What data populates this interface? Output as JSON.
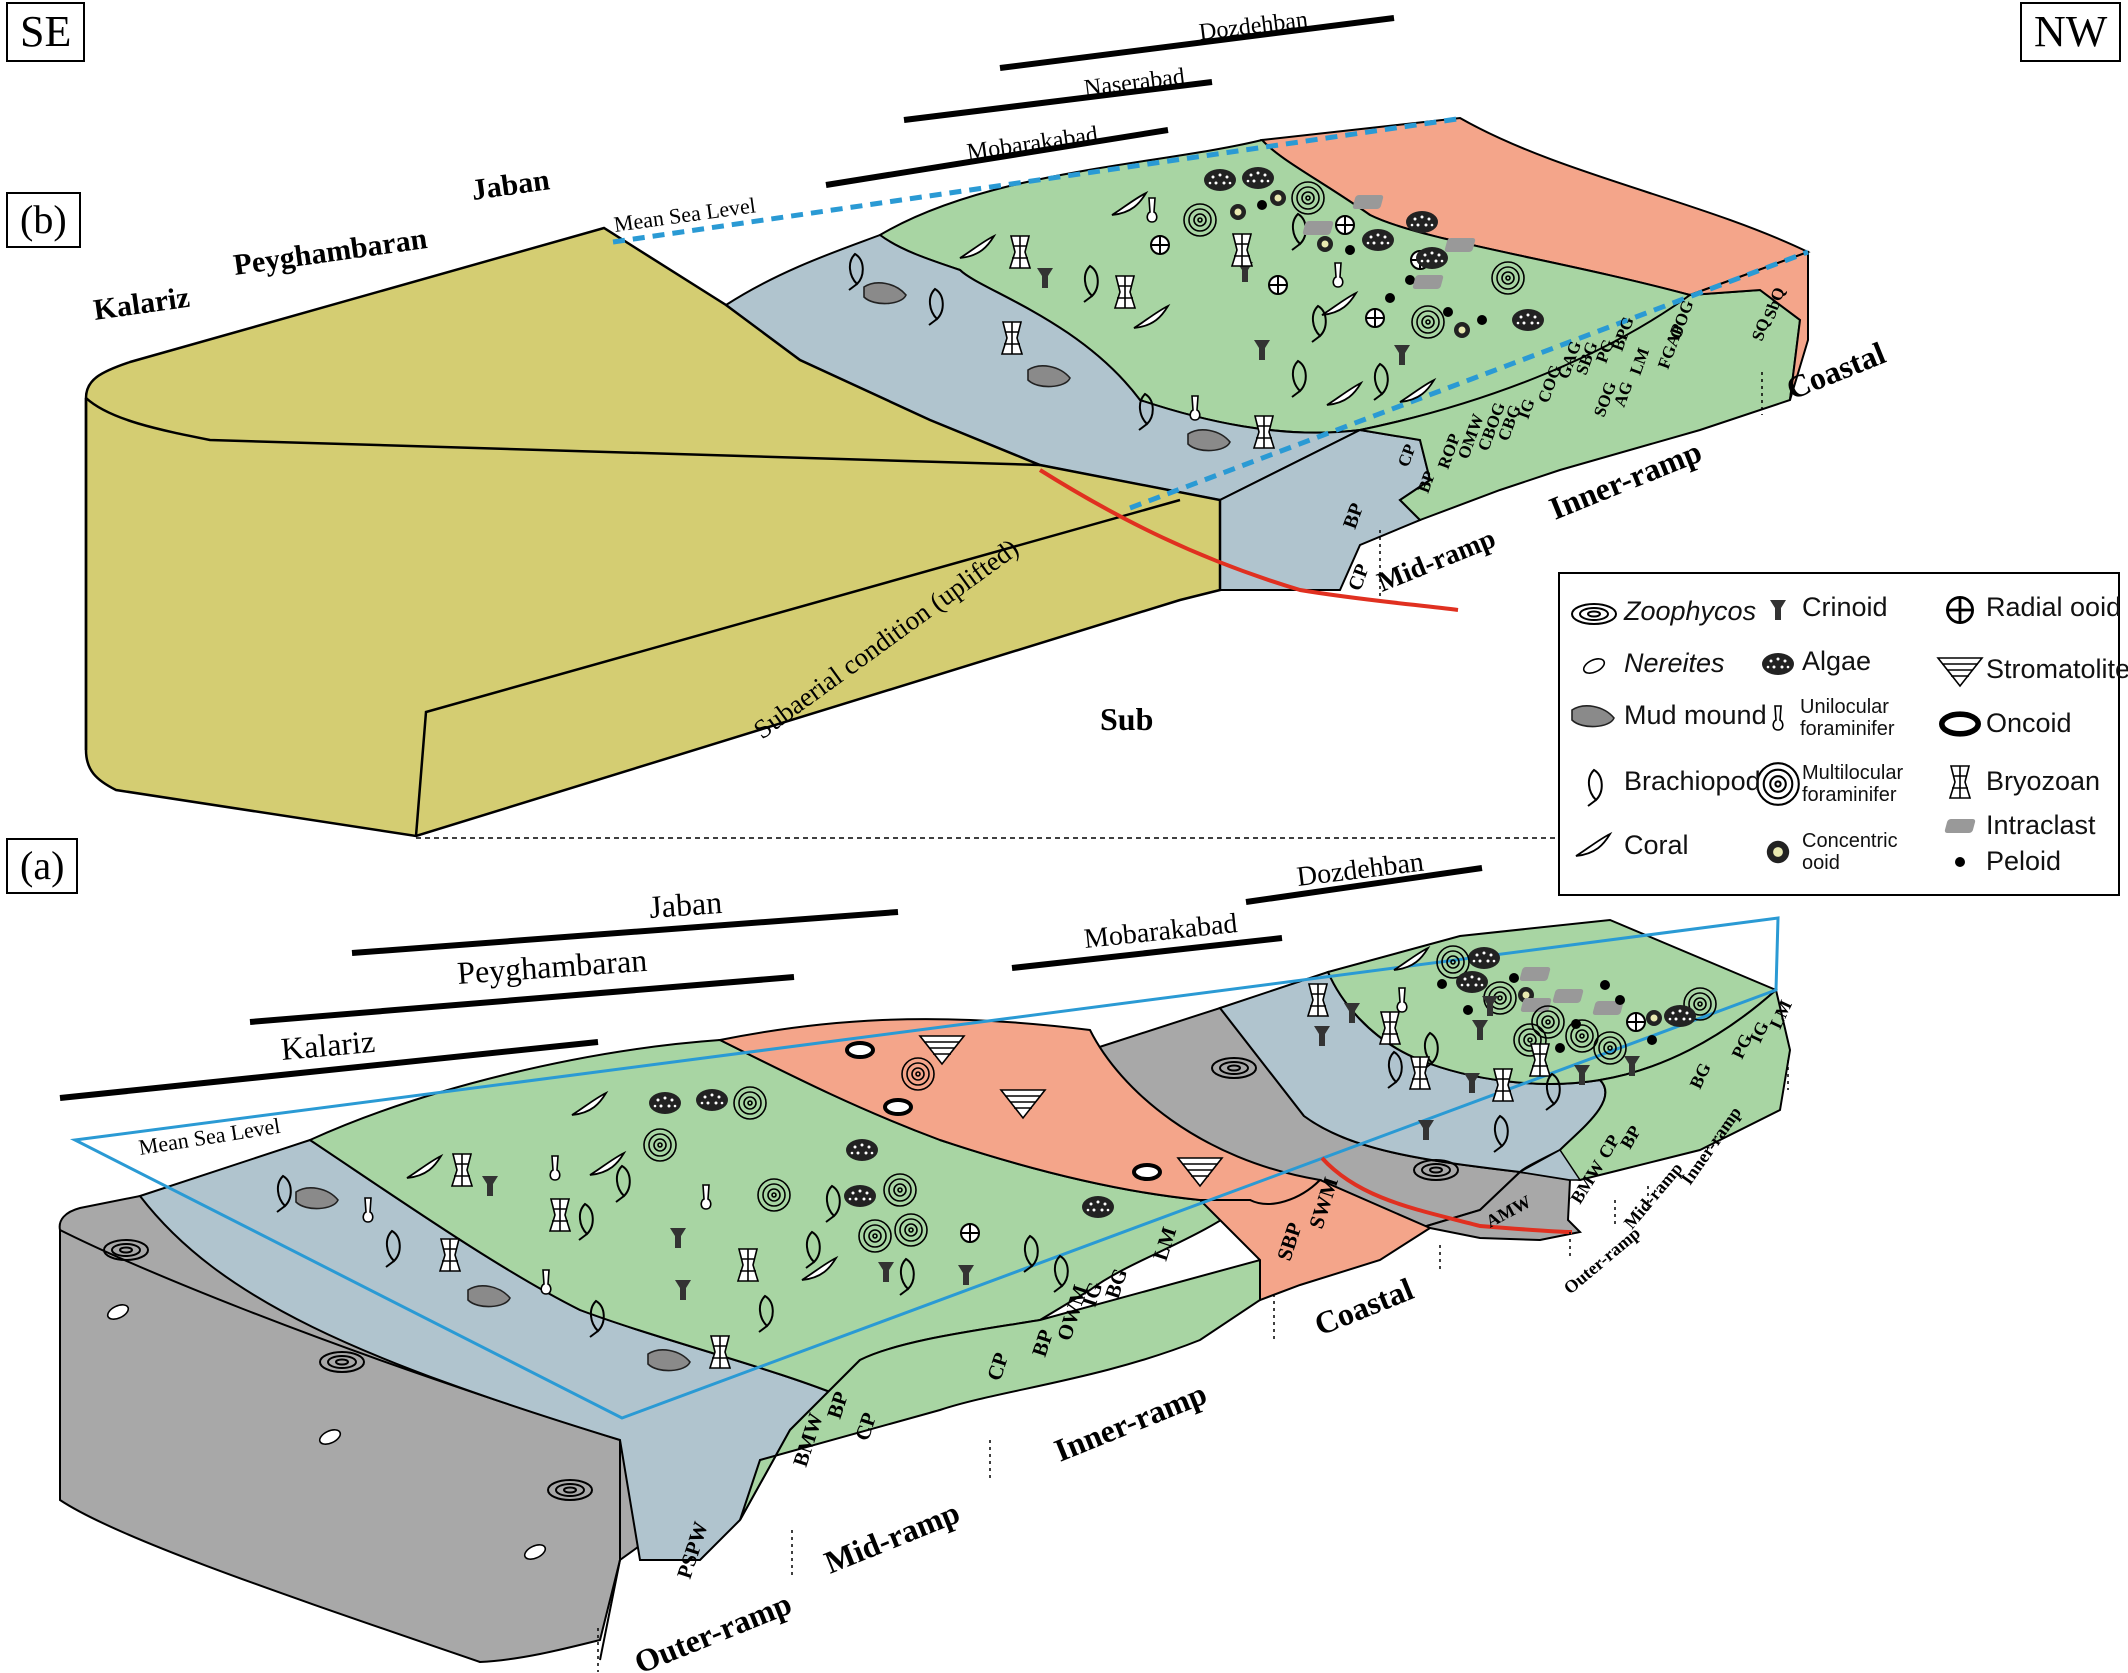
{
  "orientation": {
    "left": "SE",
    "right": "NW"
  },
  "panel_labels": {
    "b": "(b)",
    "a": "(a)"
  },
  "panel_b": {
    "sections": [
      "Dozdehban",
      "Naserabad",
      "Mobarakabad"
    ],
    "localities": [
      "Kalariz",
      "Peyghambaran",
      "Jaban"
    ],
    "sea_level": "Mean Sea Level",
    "subaerial": "Subaerial condition (uplifted)",
    "sub": "Sub",
    "zones": [
      "Coastal",
      "Inner-ramp",
      "Mid-ramp"
    ],
    "facies_mid": [
      "BP",
      "CP"
    ],
    "facies_front": [
      "BP",
      "CP",
      "ROP",
      "OMW",
      "CBOG",
      "CBG",
      "IG",
      "COG",
      "GAG",
      "SBG",
      "SOG",
      "PG",
      "AG",
      "LM",
      "BPG",
      "FGAP",
      "OOG"
    ],
    "facies_coastal": [
      "SbQ",
      "SQ"
    ]
  },
  "panel_a": {
    "sections": [
      "Jaban",
      "Peyghambaran",
      "Kalariz",
      "Mobarakabad",
      "Dozdehban"
    ],
    "sea_level": "Mean Sea Level",
    "zones": [
      "Outer-ramp",
      "Mid-ramp",
      "Inner-ramp",
      "Coastal"
    ],
    "zones_right": [
      "Outer-ramp",
      "Mid-ramp",
      "Inner-ramp"
    ],
    "facies_outer": [
      "PSPW"
    ],
    "facies_mid": [
      "BMW",
      "BP",
      "CP"
    ],
    "facies_inner": [
      "CP",
      "BP",
      "OWM",
      "IG",
      "BG",
      "LM"
    ],
    "facies_coastal": [
      "SBP",
      "SWM"
    ],
    "facies_right": [
      "AMW",
      "BMW",
      "CP",
      "BP",
      "BG",
      "PG",
      "IG",
      "LM"
    ]
  },
  "legend": {
    "items": [
      {
        "icon": "zoophycos-icon",
        "label": "Zoophycos"
      },
      {
        "icon": "nereites-icon",
        "label": "Nereites"
      },
      {
        "icon": "mud-mound-icon",
        "label": "Mud mound"
      },
      {
        "icon": "brachiopod-icon",
        "label": "Brachiopod"
      },
      {
        "icon": "coral-icon",
        "label": "Coral"
      },
      {
        "icon": "crinoid-icon",
        "label": "Crinoid"
      },
      {
        "icon": "algae-icon",
        "label": "Algae"
      },
      {
        "icon": "unilocular-foraminifer-icon",
        "label": "Unilocular foraminifer"
      },
      {
        "icon": "multilocular-foraminifer-icon",
        "label": "Multilocular foraminifer"
      },
      {
        "icon": "concentric-ooid-icon",
        "label": "Concentric ooid"
      },
      {
        "icon": "radial-ooid-icon",
        "label": "Radial ooid"
      },
      {
        "icon": "stromatolite-icon",
        "label": "Stromatolite"
      },
      {
        "icon": "oncoid-icon",
        "label": "Oncoid"
      },
      {
        "icon": "bryozoan-icon",
        "label": "Bryozoan"
      },
      {
        "icon": "intraclast-icon",
        "label": "Intraclast"
      },
      {
        "icon": "peloid-icon",
        "label": "Peloid"
      }
    ]
  },
  "colors": {
    "subaerial": "#d4cd72",
    "green_facies": "#a8d5a3",
    "blue_facies": "#b0c4ce",
    "coastal": "#f4a58a",
    "outer": "#a8a8a8",
    "sea_level": "#2a9ad4",
    "fault": "#e03020"
  }
}
